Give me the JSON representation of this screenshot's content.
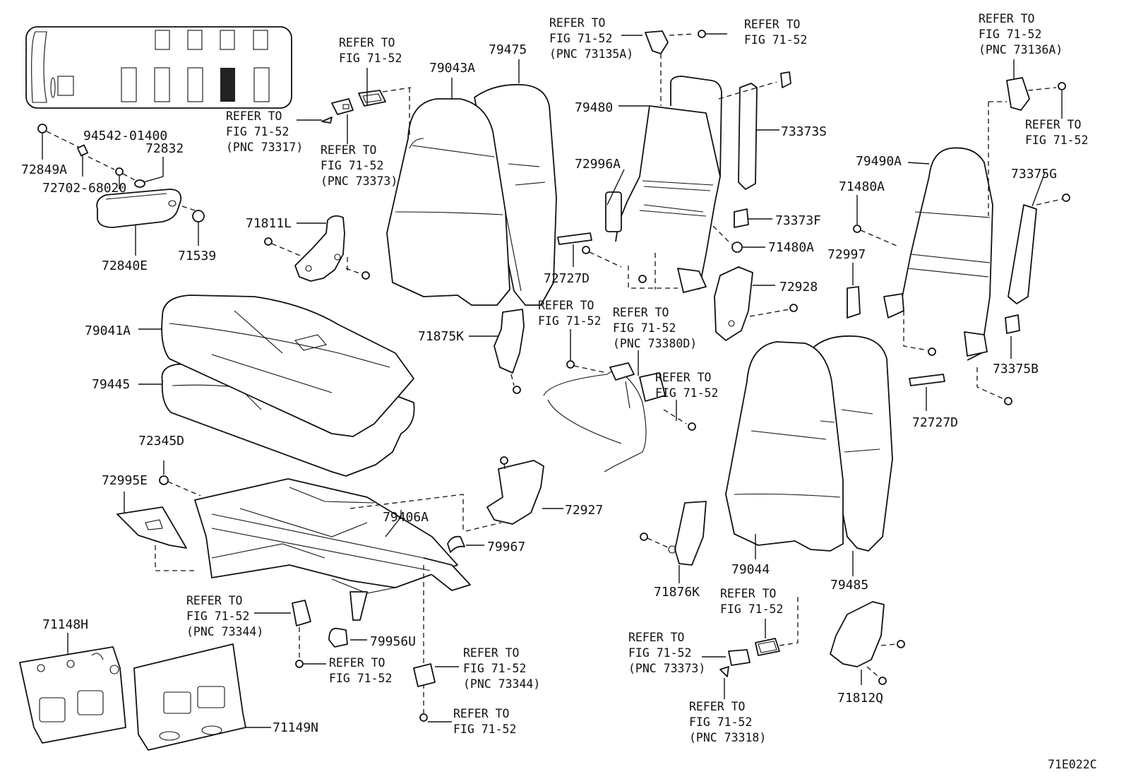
{
  "diagram": {
    "code": "71E022C",
    "part_numbers": [
      {
        "id": "pn-72849A",
        "text": "72849A"
      },
      {
        "id": "pn-94542",
        "text": "94542-01400"
      },
      {
        "id": "pn-72832",
        "text": "72832"
      },
      {
        "id": "pn-72702",
        "text": "72702-68020"
      },
      {
        "id": "pn-72840E",
        "text": "72840E"
      },
      {
        "id": "pn-71539",
        "text": "71539"
      },
      {
        "id": "pn-71811L",
        "text": "71811L"
      },
      {
        "id": "pn-79043A",
        "text": "79043A"
      },
      {
        "id": "pn-79475",
        "text": "79475"
      },
      {
        "id": "pn-79480",
        "text": "79480"
      },
      {
        "id": "pn-72996A",
        "text": "72996A"
      },
      {
        "id": "pn-73373S",
        "text": "73373S"
      },
      {
        "id": "pn-73373F",
        "text": "73373F"
      },
      {
        "id": "pn-71480A-mid",
        "text": "71480A"
      },
      {
        "id": "pn-72727D-mid",
        "text": "72727D"
      },
      {
        "id": "pn-72928",
        "text": "72928"
      },
      {
        "id": "pn-79490A",
        "text": "79490A"
      },
      {
        "id": "pn-71480A-right",
        "text": "71480A"
      },
      {
        "id": "pn-73375G",
        "text": "73375G"
      },
      {
        "id": "pn-72997",
        "text": "72997"
      },
      {
        "id": "pn-73375B",
        "text": "73375B"
      },
      {
        "id": "pn-72727D-right",
        "text": "72727D"
      },
      {
        "id": "pn-79041A",
        "text": "79041A"
      },
      {
        "id": "pn-79445",
        "text": "79445"
      },
      {
        "id": "pn-71875K",
        "text": "71875K"
      },
      {
        "id": "pn-72345D",
        "text": "72345D"
      },
      {
        "id": "pn-72995E",
        "text": "72995E"
      },
      {
        "id": "pn-79406A",
        "text": "79406A"
      },
      {
        "id": "pn-72927",
        "text": "72927"
      },
      {
        "id": "pn-79967",
        "text": "79967"
      },
      {
        "id": "pn-79956U",
        "text": "79956U"
      },
      {
        "id": "pn-71148H",
        "text": "71148H"
      },
      {
        "id": "pn-71149N",
        "text": "71149N"
      },
      {
        "id": "pn-79044",
        "text": "79044"
      },
      {
        "id": "pn-79485",
        "text": "79485"
      },
      {
        "id": "pn-71876K",
        "text": "71876K"
      },
      {
        "id": "pn-71812Q",
        "text": "71812Q"
      }
    ],
    "refer_notes": [
      {
        "id": "ref-1",
        "lines": [
          "REFER TO",
          "FIG 71-52"
        ]
      },
      {
        "id": "ref-2",
        "lines": [
          "REFER TO",
          "FIG 71-52",
          "(PNC 73317)"
        ]
      },
      {
        "id": "ref-3",
        "lines": [
          "REFER TO",
          "FIG 71-52",
          "(PNC 73373)"
        ]
      },
      {
        "id": "ref-4",
        "lines": [
          "REFER TO",
          "FIG 71-52",
          "(PNC 73135A)"
        ]
      },
      {
        "id": "ref-5",
        "lines": [
          "REFER TO",
          "FIG 71-52"
        ]
      },
      {
        "id": "ref-6",
        "lines": [
          "REFER TO",
          "FIG 71-52",
          "(PNC 73136A)"
        ]
      },
      {
        "id": "ref-7",
        "lines": [
          "REFER TO",
          "FIG 71-52"
        ]
      },
      {
        "id": "ref-8",
        "lines": [
          "REFER TO",
          "FIG 71-52"
        ]
      },
      {
        "id": "ref-9",
        "lines": [
          "REFER TO",
          "FIG 71-52",
          "(PNC 73380D)"
        ]
      },
      {
        "id": "ref-10",
        "lines": [
          "REFER TO",
          "FIG 71-52"
        ]
      },
      {
        "id": "ref-11",
        "lines": [
          "REFER TO",
          "FIG 71-52",
          "(PNC 73344)"
        ]
      },
      {
        "id": "ref-12",
        "lines": [
          "REFER TO",
          "FIG 71-52"
        ]
      },
      {
        "id": "ref-13",
        "lines": [
          "REFER TO",
          "FIG 71-52",
          "(PNC 73344)"
        ]
      },
      {
        "id": "ref-14",
        "lines": [
          "REFER TO",
          "FIG 71-52"
        ]
      },
      {
        "id": "ref-15",
        "lines": [
          "REFER TO",
          "FIG 71-52"
        ]
      },
      {
        "id": "ref-16",
        "lines": [
          "REFER TO",
          "FIG 71-52",
          "(PNC 73373)"
        ]
      },
      {
        "id": "ref-17",
        "lines": [
          "REFER TO",
          "FIG 71-52",
          "(PNC 73318)"
        ]
      }
    ]
  }
}
